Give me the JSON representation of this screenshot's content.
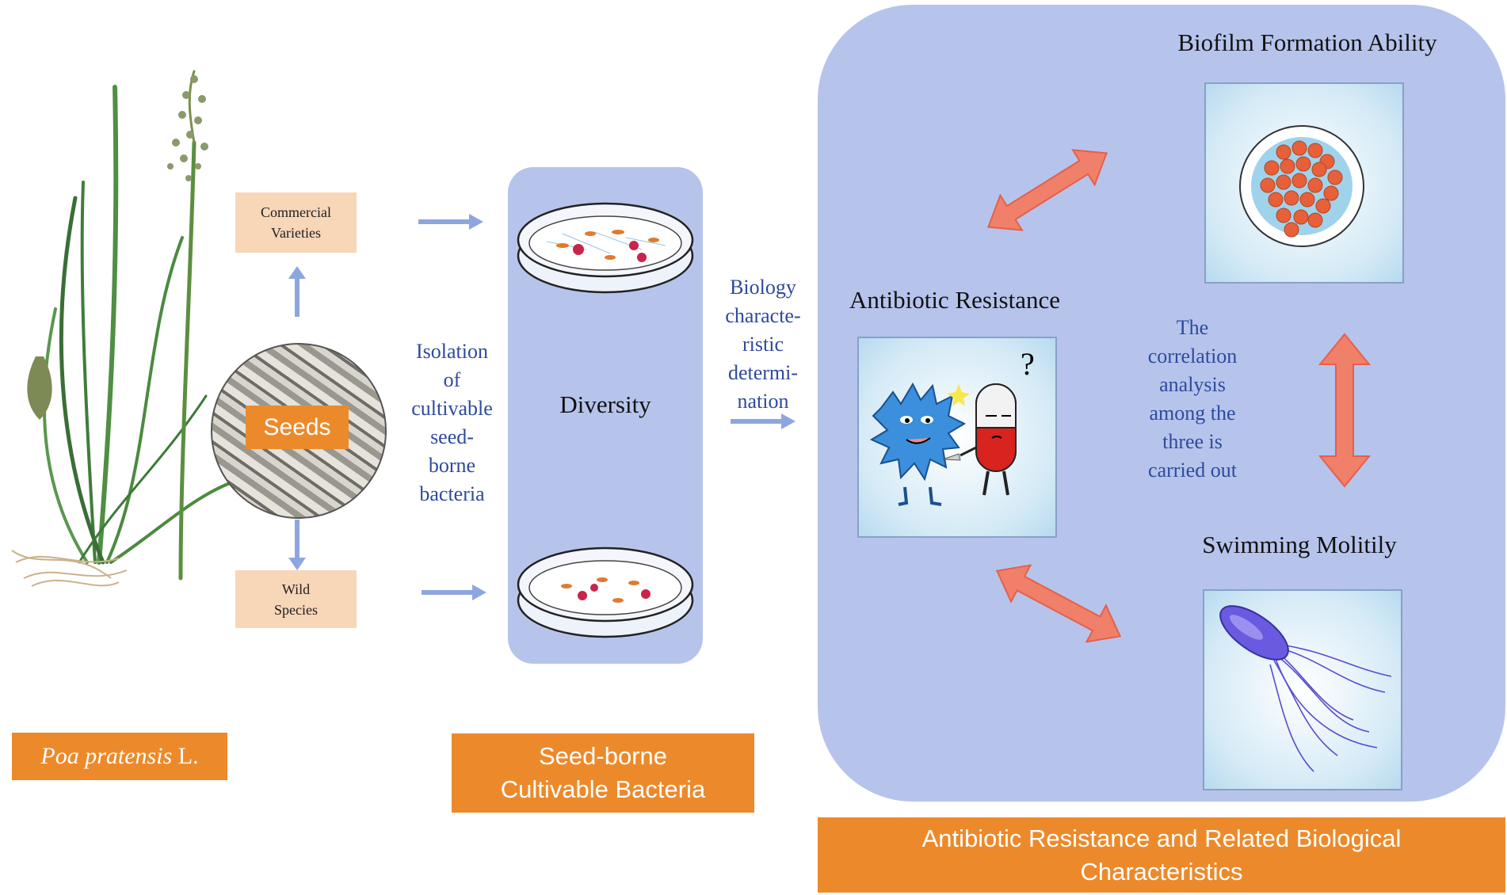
{
  "colors": {
    "accent_orange": "#ec8a2b",
    "peach": "#f8d6b8",
    "panel_blue": "#b6c4ec",
    "arrow_blue": "#8ea6e0",
    "double_arrow": "#f1806a",
    "blue_text": "#2e4a9c"
  },
  "plant": {
    "species_italic": "Poa pratensis",
    "species_suffix": " L."
  },
  "seeds": {
    "label": "Seeds",
    "commercial": [
      "Commercial",
      "Varieties"
    ],
    "wild": [
      "Wild",
      "Species"
    ]
  },
  "isolation": {
    "lines": [
      "Isolation",
      "of",
      "cultivable",
      "seed-",
      "borne",
      "bacteria"
    ]
  },
  "culture": {
    "diversity_label": "Diversity",
    "footer_lines": [
      "Seed-borne",
      "Cultivable Bacteria"
    ]
  },
  "biology": {
    "lines": [
      "Biology",
      "characte-",
      "ristic",
      "determi-",
      "nation"
    ]
  },
  "characteristics": {
    "antibiotic_title": "Antibiotic Resistance",
    "antibiotic_question_mark": "?",
    "biofilm_title": "Biofilm Formation Ability",
    "swimming_title": "Swimming Molitily",
    "correlation_lines": [
      "The",
      "correlation",
      "analysis",
      "among the",
      "three is",
      "carried out"
    ],
    "footer_lines": [
      "Antibiotic Resistance and Related Biological",
      "Characteristics"
    ]
  },
  "icons": {
    "plant": "grass-plant-illustration",
    "seeds": "seeds-circle-icon",
    "petri_dish": "petri-dish-icon",
    "antibiotic": "antibiotic-cartoon-icon",
    "biofilm": "biofilm-colonies-icon",
    "bacterium": "flagellated-bacterium-icon"
  }
}
